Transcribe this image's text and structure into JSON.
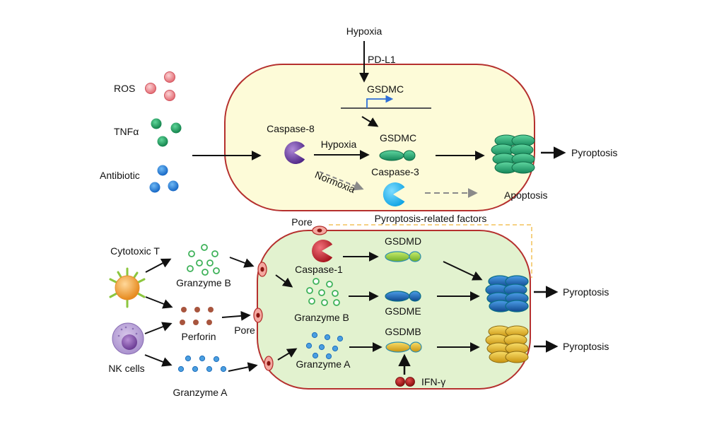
{
  "labels": {
    "hypoxia_top": "Hypoxia",
    "pdl1": "PD-L1",
    "gsdmc_gene": "GSDMC",
    "gsdmc_protein": "GSDMC",
    "caspase8": "Caspase-8",
    "hypoxia_arrow": "Hypoxia",
    "normoxia": "Normoxia",
    "caspase3": "Caspase-3",
    "pyroptosis_top": "Pyroptosis",
    "apoptosis": "Apoptosis",
    "ros": "ROS",
    "tnfa": "TNFα",
    "antibiotic": "Antibiotic",
    "pyro_related": "Pyroptosis-related factors",
    "pore_top": "Pore",
    "pore_left": "Pore",
    "cytotoxic_t": "Cytotoxic T",
    "nk_cells": "NK cells",
    "granzyme_b_out": "Granzyme B",
    "perforin": "Perforin",
    "granzyme_a_out": "Granzyme A",
    "caspase1": "Caspase-1",
    "gsdmd": "GSDMD",
    "granzyme_b_in": "Granzyme B",
    "gsdme": "GSDME",
    "granzyme_a_in": "Granzyme A",
    "gsdmb": "GSDMB",
    "ifn": "IFN-γ",
    "pyroptosis_d": "Pyroptosis",
    "pyroptosis_b": "Pyroptosis"
  },
  "colors": {
    "top_cell_fill": "#fdfbd8",
    "bottom_cell_fill": "#e2f2cf",
    "membrane": "#b5302e",
    "ros": "#e87f85",
    "tnfa": "#1f9a5e",
    "antibiotic": "#1f7fdc",
    "caspase8": "#6a3ea0",
    "caspase3": "#1fb6ee",
    "caspase1": "#c8202a",
    "gsdmc": "#27a56f",
    "gsdmd": "#8bc63e",
    "gsdme": "#1a5fae",
    "gsdmb": "#e5b92a",
    "granzyme_b": "#3fb25a",
    "perforin": "#a8553e",
    "granzyme_a": "#2f8ed6",
    "tcell": "#f0a23a",
    "nk": "#9d7fc0",
    "dashed_link": "#f2c25a"
  }
}
